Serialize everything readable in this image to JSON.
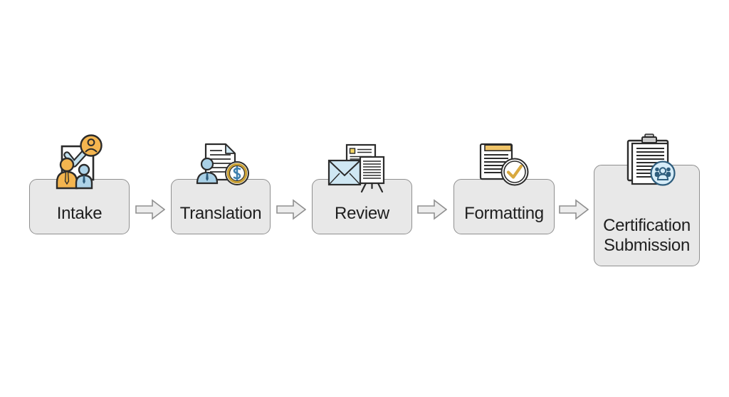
{
  "diagram": {
    "type": "process-flow",
    "background": "#ffffff",
    "stages": [
      {
        "label": "Intake",
        "icon": "intake-people-checklist-icon"
      },
      {
        "label": "Translation",
        "icon": "translator-document-payment-icon"
      },
      {
        "label": "Review",
        "icon": "review-documents-mail-icon"
      },
      {
        "label": "Formatting",
        "icon": "formatting-document-checkmark-icon"
      },
      {
        "label": "Certification Submission",
        "lines": [
          "Certification",
          "Submission"
        ],
        "icon": "certification-clipboard-team-icon"
      }
    ],
    "arrows": {
      "count": 4,
      "direction": "right"
    },
    "colors": {
      "box_fill": "#e8e8e8",
      "box_border": "#8f8f8f",
      "arrow_fill": "#ededed",
      "arrow_border": "#8f8f8f",
      "label_text": "#1f1f1f",
      "icon_outline": "#2b2b2b",
      "accent_orange": "#f4b54f",
      "accent_blue": "#a9d0e6",
      "accent_light_blue": "#cfe7f3",
      "accent_gold": "#d9a93f",
      "accent_tan": "#f0c468",
      "accent_yellow": "#f0d264",
      "accent_navy": "#2e5d7d"
    }
  }
}
